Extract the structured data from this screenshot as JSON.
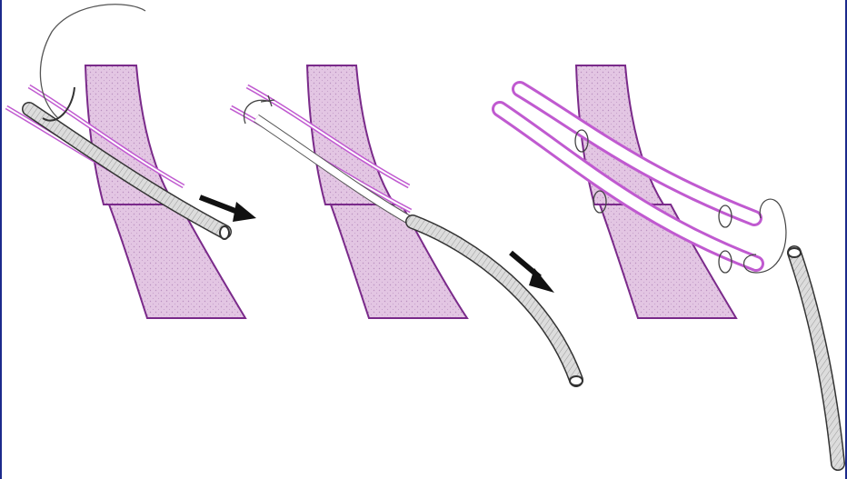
{
  "figure": {
    "panels": [
      {
        "id": "panel-1",
        "step": 1
      },
      {
        "id": "panel-2",
        "step": 2
      },
      {
        "id": "panel-3",
        "step": 3
      }
    ],
    "colors": {
      "tissue_fill": "#e3c6e3",
      "tissue_stroke": "#7a2a8a",
      "vessel_fill": "#ffffff",
      "vessel_stroke": "#c05ad0",
      "catheter_fill": "#d6d6d6",
      "catheter_stroke": "#333333",
      "arrow": "#111111",
      "suture": "#444444",
      "frame_border": "#1c2a8c"
    },
    "icons": [
      "arrow-right-down-icon",
      "arrow-down-right-icon"
    ]
  }
}
